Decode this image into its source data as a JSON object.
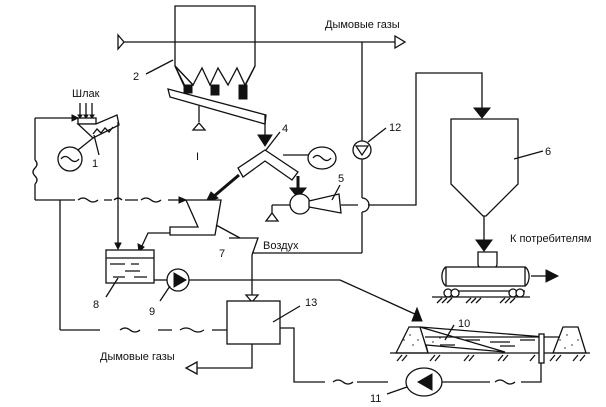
{
  "diagram": {
    "type": "process-flow-scheme",
    "labels": {
      "slag": "Шлак",
      "flue_gases_top": "Дымовые газы",
      "flue_gases_bottom": "Дымовые газы",
      "air": "Воздух",
      "to_consumers": "К потребителям",
      "roman_one": "I"
    },
    "equipment_numbers": {
      "n1": "1",
      "n2": "2",
      "n4": "4",
      "n5": "5",
      "n6": "6",
      "n7": "7",
      "n8": "8",
      "n9": "9",
      "n10": "10",
      "n11": "11",
      "n12": "12",
      "n13": "13"
    },
    "equipment": [
      {
        "id": "1",
        "name": "slag crusher with motor"
      },
      {
        "id": "2",
        "name": "bunker with feeders"
      },
      {
        "id": "4",
        "name": "splitter / distributor with motor"
      },
      {
        "id": "5",
        "name": "fan / mill"
      },
      {
        "id": "6",
        "name": "storage silo"
      },
      {
        "id": "7",
        "name": "separator"
      },
      {
        "id": "8",
        "name": "water tank"
      },
      {
        "id": "9",
        "name": "pump"
      },
      {
        "id": "10",
        "name": "settling pond"
      },
      {
        "id": "11",
        "name": "return pump"
      },
      {
        "id": "12",
        "name": "exhaust fan"
      },
      {
        "id": "13",
        "name": "heater / furnace"
      }
    ]
  }
}
